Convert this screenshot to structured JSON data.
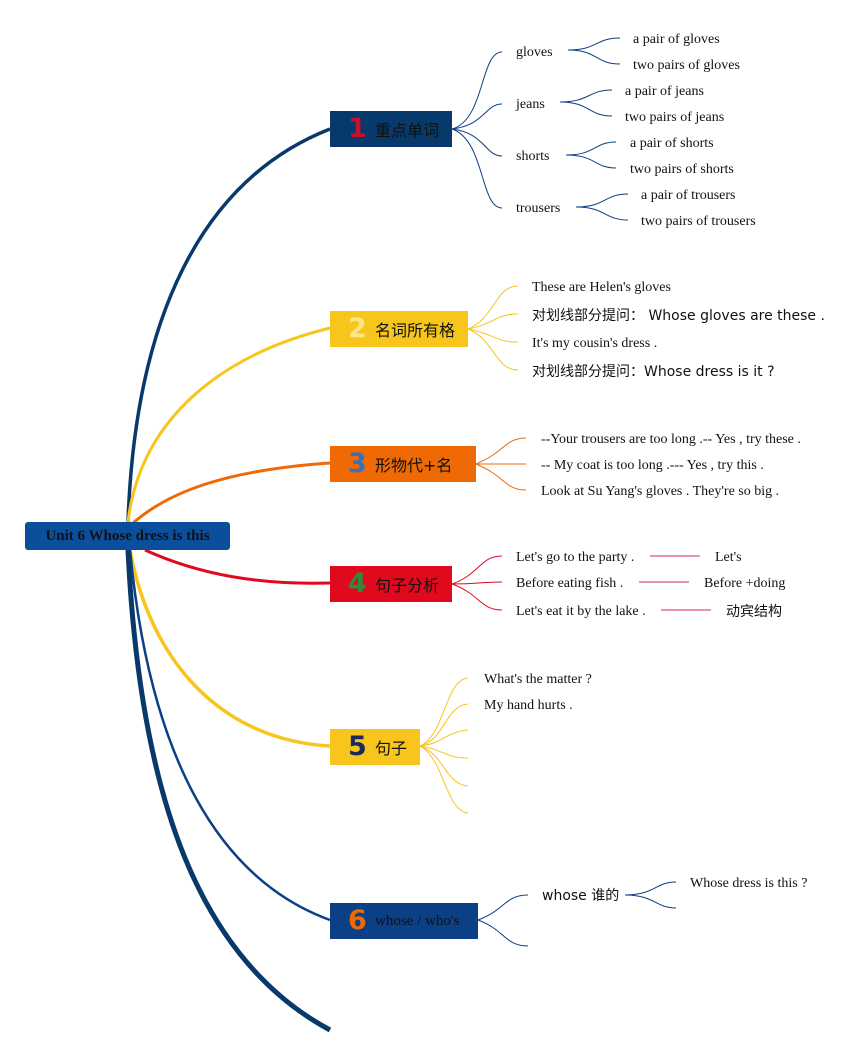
{
  "root": {
    "label": "Unit 6 Whose dress is this"
  },
  "colors": {
    "navy": "#07396a",
    "gold": "#f7c51c",
    "orange": "#ef6a05",
    "red": "#e0091d",
    "blue": "#0b3f86",
    "root_bg": "#0b4f9c"
  },
  "branches": [
    {
      "num": "1",
      "label": "重点单词",
      "words": [
        {
          "word": "gloves",
          "forms": [
            "a pair of gloves",
            "two pairs of gloves"
          ]
        },
        {
          "word": "jeans",
          "forms": [
            "a pair of jeans",
            "two pairs of jeans"
          ]
        },
        {
          "word": "shorts",
          "forms": [
            "a pair of shorts",
            "two pairs of shorts"
          ]
        },
        {
          "word": "trousers",
          "forms": [
            "a pair of trousers",
            "two pairs of trousers"
          ]
        }
      ]
    },
    {
      "num": "2",
      "label": "名词所有格",
      "lines": [
        "These are Helen's gloves",
        "对划线部分提问：  Whose gloves are these .",
        "It's my cousin's dress .",
        "对划线部分提问：Whose dress is it ?"
      ]
    },
    {
      "num": "3",
      "label": "形物代+名",
      "lines": [
        "--Your trousers are too long .-- Yes , try these .",
        "-- My coat is too long .--- Yes , try this .",
        "Look at Su Yang's gloves . They're so big ."
      ]
    },
    {
      "num": "4",
      "label": "句子分析",
      "rows": [
        {
          "sentence": "Let's go to the party .",
          "note": "Let's"
        },
        {
          "sentence": "Before eating fish .",
          "note": "Before +doing"
        },
        {
          "sentence": "Let's eat it by the lake .",
          "note": "动宾结构"
        }
      ]
    },
    {
      "num": "5",
      "label": "句子",
      "lines": [
        "What's the matter ?",
        "My hand hurts ."
      ]
    },
    {
      "num": "6",
      "label": "whose / who's",
      "sub": "whose 谁的",
      "example": "Whose dress is this ?"
    }
  ]
}
